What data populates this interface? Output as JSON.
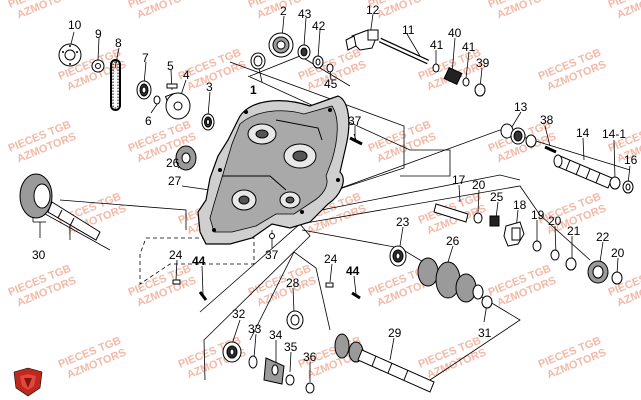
{
  "watermark": {
    "line1": "PIECES TGB",
    "line2": "AZMOTORS",
    "color": "#f3b9a8"
  },
  "diagram": {
    "background": "#ffffff",
    "callouts": [
      {
        "id": "c10",
        "label": "10"
      },
      {
        "id": "c9",
        "label": "9"
      },
      {
        "id": "c8",
        "label": "8"
      },
      {
        "id": "c7",
        "label": "7"
      },
      {
        "id": "c5",
        "label": "5"
      },
      {
        "id": "c4",
        "label": "4"
      },
      {
        "id": "c3",
        "label": "3"
      },
      {
        "id": "c6",
        "label": "6"
      },
      {
        "id": "c2",
        "label": "2"
      },
      {
        "id": "c43",
        "label": "43"
      },
      {
        "id": "c42",
        "label": "42"
      },
      {
        "id": "c12",
        "label": "12"
      },
      {
        "id": "c11",
        "label": "11"
      },
      {
        "id": "c40",
        "label": "40"
      },
      {
        "id": "c41a",
        "label": "41"
      },
      {
        "id": "c41b",
        "label": "41"
      },
      {
        "id": "c39",
        "label": "39"
      },
      {
        "id": "c45",
        "label": "45"
      },
      {
        "id": "c1",
        "label": "1"
      },
      {
        "id": "c37a",
        "label": "37"
      },
      {
        "id": "c13",
        "label": "13"
      },
      {
        "id": "c38",
        "label": "38"
      },
      {
        "id": "c14",
        "label": "14"
      },
      {
        "id": "c14_1",
        "label": "14-1"
      },
      {
        "id": "c16",
        "label": "16"
      },
      {
        "id": "c26a",
        "label": "26"
      },
      {
        "id": "c27",
        "label": "27"
      },
      {
        "id": "c17",
        "label": "17"
      },
      {
        "id": "c20a",
        "label": "20"
      },
      {
        "id": "c25",
        "label": "25"
      },
      {
        "id": "c18",
        "label": "18"
      },
      {
        "id": "c19",
        "label": "19"
      },
      {
        "id": "c20b",
        "label": "20"
      },
      {
        "id": "c21",
        "label": "21"
      },
      {
        "id": "c22",
        "label": "22"
      },
      {
        "id": "c20c",
        "label": "20"
      },
      {
        "id": "c23",
        "label": "23"
      },
      {
        "id": "c26b",
        "label": "26"
      },
      {
        "id": "c30",
        "label": "30"
      },
      {
        "id": "c24a",
        "label": "24"
      },
      {
        "id": "c44a",
        "label": "44"
      },
      {
        "id": "c37b",
        "label": "37"
      },
      {
        "id": "c24b",
        "label": "24"
      },
      {
        "id": "c44b",
        "label": "44"
      },
      {
        "id": "c28",
        "label": "28"
      },
      {
        "id": "c32",
        "label": "32"
      },
      {
        "id": "c33",
        "label": "33"
      },
      {
        "id": "c34",
        "label": "34"
      },
      {
        "id": "c35",
        "label": "35"
      },
      {
        "id": "c36",
        "label": "36"
      },
      {
        "id": "c29",
        "label": "29"
      },
      {
        "id": "c31",
        "label": "31"
      }
    ]
  }
}
